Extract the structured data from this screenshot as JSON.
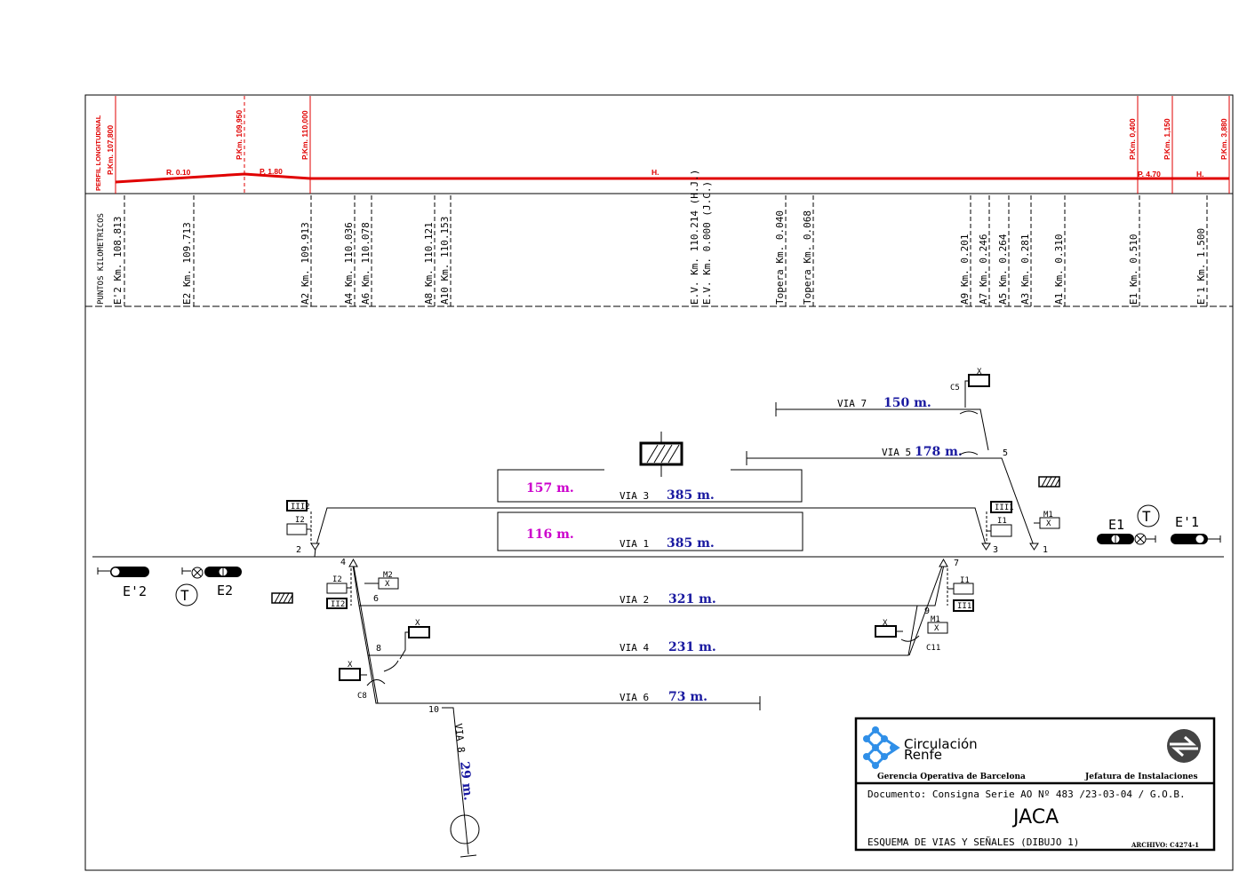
{
  "profile": {
    "title": "PERFIL LONGITUDINAL",
    "km_labels": [
      "P.Km. 107,800",
      "P.Km. 109,950",
      "P.Km. 110,000",
      "P.Km. 0,400",
      "P.Km. 1,150",
      "P.Km. 3,880"
    ],
    "gradients": [
      "R. 0.10",
      "P. 1.80",
      "H.",
      "P. 4.70",
      "H."
    ]
  },
  "puntos": {
    "title": "PUNTOS KILOMETRICOS",
    "items": [
      "E'2 Km. 108.813",
      "E2 Km. 109.713",
      "A2 Km. 109.913",
      "A4 Km. 110.036",
      "A6 Km. 110.078",
      "A8 Km. 110.121",
      "A10 Km. 110.153",
      "E.V. Km. 110.214 (H.J.)",
      "E.V. Km. 0.000 (J.C.)",
      "Topera Km. 0.040",
      "Topera Km. 0.068",
      "A9 Km. 0.201",
      "A7 Km. 0.246",
      "A5 Km. 0.264",
      "A3 Km. 0.281",
      "A1 Km. 0.310",
      "E1 Km. 0.510",
      "E'1 Km. 1.500"
    ]
  },
  "tracks": [
    {
      "name": "VIA 7",
      "length": "150 m."
    },
    {
      "name": "VIA 5",
      "length": "178 m."
    },
    {
      "name": "VIA 3",
      "length": "385 m."
    },
    {
      "name": "VIA 1",
      "length": "385 m."
    },
    {
      "name": "VIA 2",
      "length": "321 m."
    },
    {
      "name": "VIA 4",
      "length": "231 m."
    },
    {
      "name": "VIA 6",
      "length": "73 m."
    },
    {
      "name": "VIA 8",
      "length": "29 m."
    }
  ],
  "platforms": [
    "157 m.",
    "116 m."
  ],
  "signals": {
    "E1": "E1",
    "E1p": "E'1",
    "E2": "E2",
    "E2p": "E'2",
    "T": "T",
    "III2": "III2",
    "I2": "I2",
    "II2": "II2",
    "M2": "M2",
    "III1": "III1",
    "I1": "I1",
    "II1": "II1",
    "M1": "M1",
    "X": "X",
    "C5": "C5",
    "C8": "C8",
    "C11": "C11"
  },
  "switches": [
    "1",
    "2",
    "3",
    "4",
    "5",
    "6",
    "7",
    "8",
    "9",
    "10"
  ],
  "titleblock": {
    "brand1": "Circulación",
    "brand2": "Renfe",
    "gerencia": "Gerencia Operativa de Barcelona",
    "jefatura": "Jefatura de Instalaciones",
    "documento": "Documento: Consigna Serie AO Nº 483 /23-03-04 / G.O.B.",
    "station": "JACA",
    "esquema": "ESQUEMA DE VIAS Y SEÑALES (DIBUJO 1)",
    "archivo": "ARCHIVO: C4274-1"
  },
  "colors": {
    "profile": "#e00000",
    "length": "#1a1aa0",
    "platform": "#cc00cc",
    "logo": "#2f8fe8"
  }
}
